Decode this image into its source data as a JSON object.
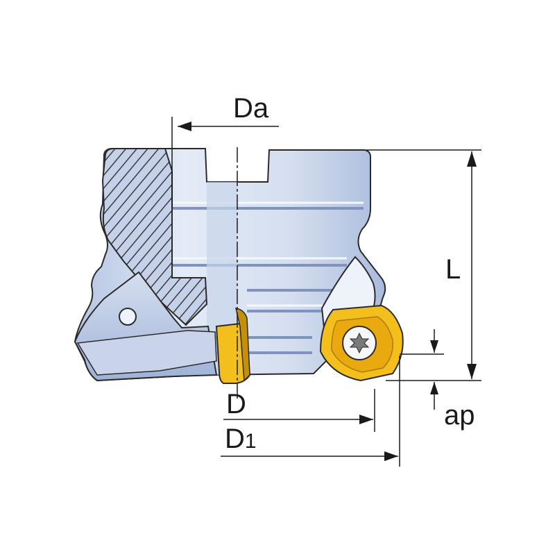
{
  "diagram": {
    "labels": {
      "da": "Da",
      "d": "D",
      "d1_main": "D",
      "d1_sub": "1",
      "l": "L",
      "ap": "ap"
    },
    "colors": {
      "body_light": "#dfe7f5",
      "body_mid": "#b9c8e4",
      "body_dark": "#8fa4cc",
      "outline": "#2a2a2a",
      "insert": "#f3bf1c",
      "insert_dark": "#c4900a",
      "dimension_line": "#1a1a1a"
    }
  }
}
